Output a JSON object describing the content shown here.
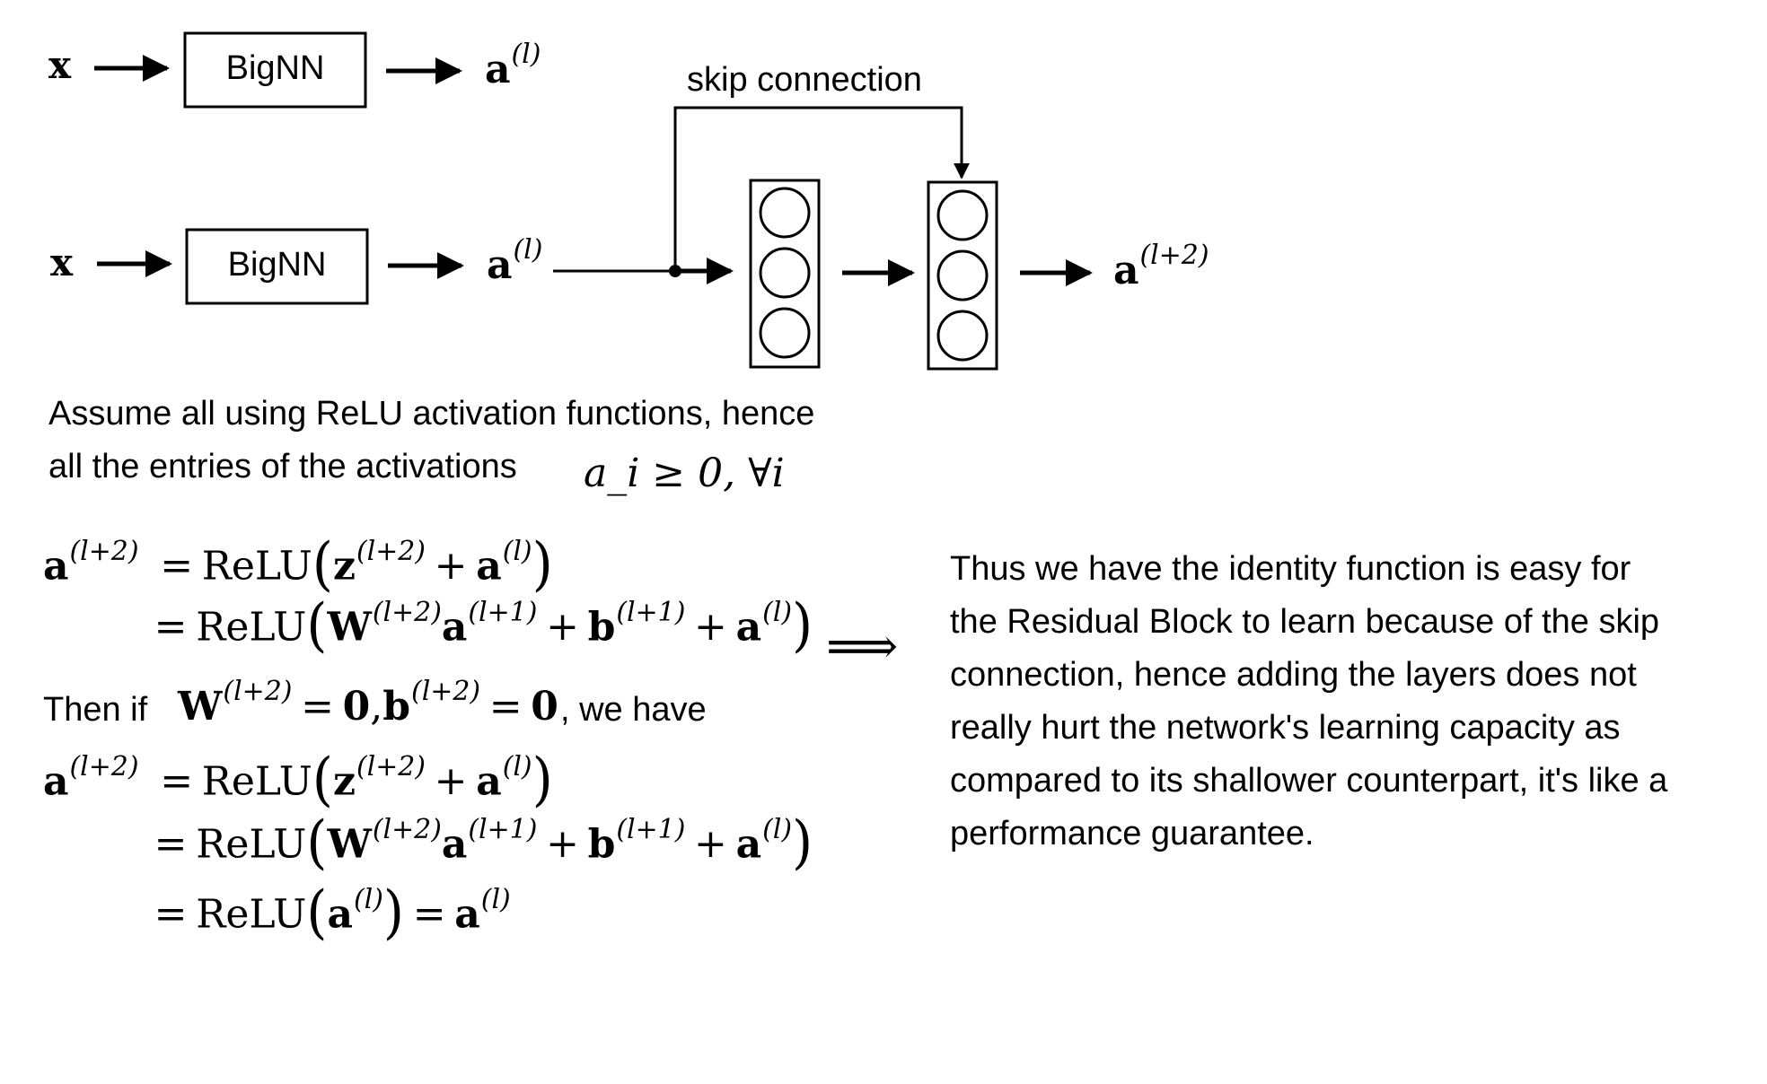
{
  "diagram": {
    "input_symbol": "x",
    "block_label": "BigNN",
    "output_symbol": "a",
    "output_superscript": "(l)",
    "residual_output_symbol": "a",
    "residual_output_superscript": "(l+2)",
    "skip_label": "skip connection",
    "neurons_per_layer": 3
  },
  "assumption": {
    "line1": "Assume all using ReLU activation functions, hence",
    "line2": "all the entries of the activations",
    "math": "a_i ≥ 0, ∀i"
  },
  "equations": {
    "lhs": "a",
    "lhs_sup": "(l+2)",
    "relu": "ReLU",
    "z": "z",
    "W": "W",
    "b": "b",
    "a": "a",
    "sup_l2": "(l+2)",
    "sup_l1": "(l+1)",
    "sup_l": "(l)",
    "eq": "=",
    "plus": "+",
    "zero": "0",
    "then_if": "Then if",
    "we_have": ", we have"
  },
  "implies_symbol": "⟹",
  "conclusion": [
    "Thus we have the identity function is easy for",
    "the Residual Block to learn because of the skip",
    "connection, hence adding the layers does not",
    "really hurt the network's learning capacity as",
    "compared to its shallower counterpart, it's like a",
    "performance guarantee."
  ]
}
